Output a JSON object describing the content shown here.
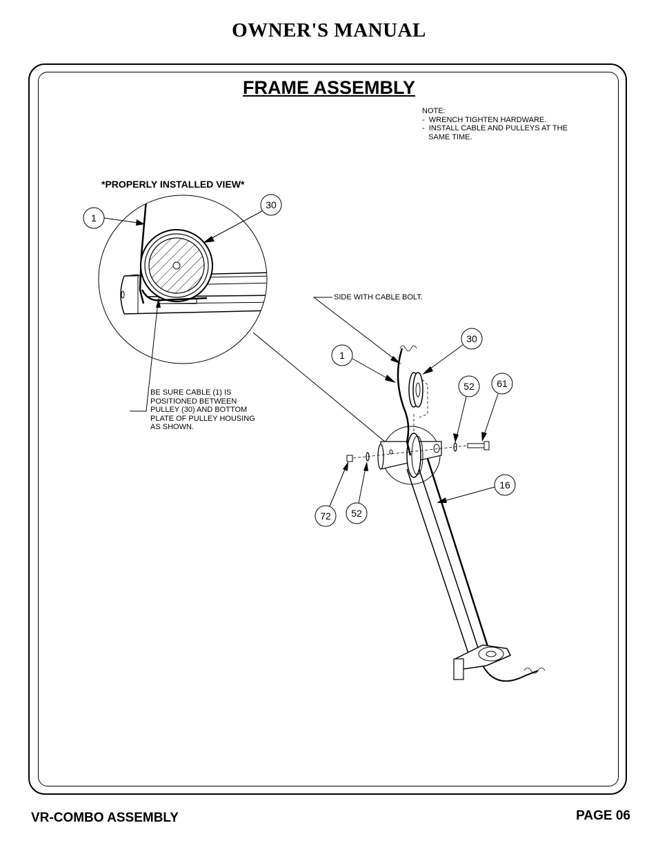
{
  "header": {
    "title": "OWNER'S MANUAL"
  },
  "section": {
    "title": "FRAME ASSEMBLY"
  },
  "note": {
    "lines": [
      "NOTE:",
      "-  WRENCH TIGHTEN HARDWARE.",
      "-  INSTALL CABLE AND PULLEYS AT THE",
      "   SAME TIME."
    ]
  },
  "detail": {
    "label": "*PROPERLY INSTALLED VIEW*",
    "callouts": [
      "1",
      "30"
    ]
  },
  "cable_note": {
    "lines": [
      "BE SURE CABLE (1) IS",
      "POSITIONED BETWEEN",
      "PULLEY (30) AND BOTTOM",
      "PLATE OF PULLEY HOUSING",
      "AS SHOWN."
    ]
  },
  "side_note": "SIDE WITH CABLE BOLT.",
  "main_callouts": [
    "1",
    "30",
    "52",
    "61",
    "16",
    "72",
    "52"
  ],
  "footer": {
    "left": "VR-COMBO ASSEMBLY",
    "right": "PAGE 06"
  }
}
